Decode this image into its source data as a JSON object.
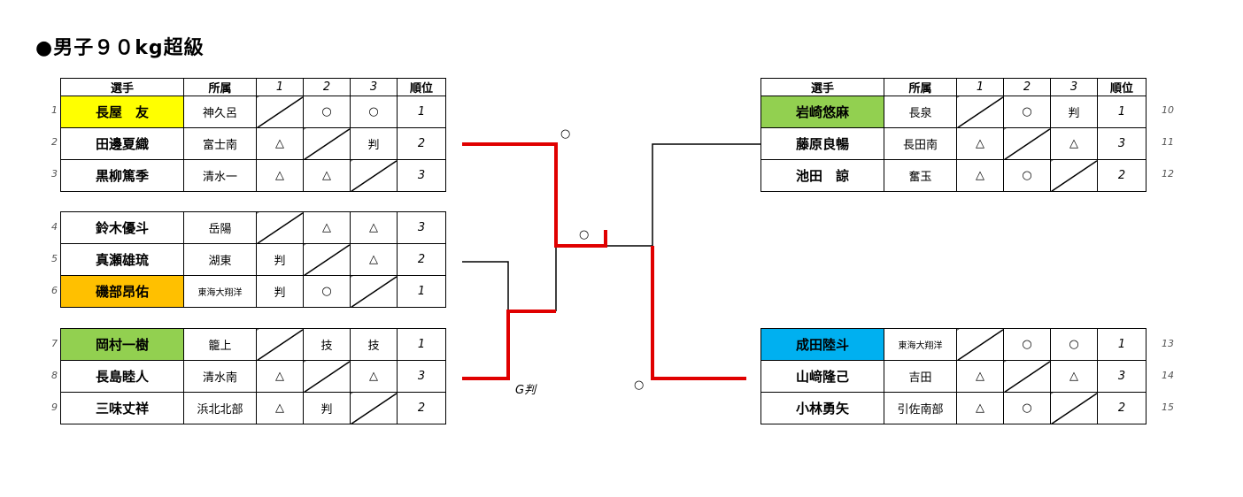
{
  "title": "●男子９０kg超級",
  "headers": {
    "player": "選手",
    "affiliation": "所属",
    "c1": "1",
    "c2": "2",
    "c3": "3",
    "rank": "順位"
  },
  "colors": {
    "yellow": "#ffff00",
    "orange": "#ffc000",
    "green": "#92d050",
    "blue": "#00b0f0",
    "bracket_red": "#e00000"
  },
  "pools": [
    {
      "rows": [
        {
          "no": "1",
          "name": "長屋　友",
          "aff": "神久呂",
          "r": [
            "",
            "○",
            "○"
          ],
          "rank": "1",
          "hl": "yellow"
        },
        {
          "no": "2",
          "name": "田邊夏織",
          "aff": "富士南",
          "r": [
            "△",
            "",
            "判"
          ],
          "rank": "2",
          "hl": ""
        },
        {
          "no": "3",
          "name": "黒柳篤季",
          "aff": "清水一",
          "r": [
            "△",
            "△",
            ""
          ],
          "rank": "3",
          "hl": ""
        }
      ]
    },
    {
      "rows": [
        {
          "no": "4",
          "name": "鈴木優斗",
          "aff": "岳陽",
          "r": [
            "",
            "△",
            "△"
          ],
          "rank": "3",
          "hl": ""
        },
        {
          "no": "5",
          "name": "真瀬雄琉",
          "aff": "湖東",
          "r": [
            "判",
            "",
            "△"
          ],
          "rank": "2",
          "hl": ""
        },
        {
          "no": "6",
          "name": "磯部昂佑",
          "aff": "東海大翔洋",
          "r": [
            "判",
            "○",
            ""
          ],
          "rank": "1",
          "hl": "orange"
        }
      ]
    },
    {
      "rows": [
        {
          "no": "7",
          "name": "岡村一樹",
          "aff": "籠上",
          "r": [
            "",
            "技",
            "技"
          ],
          "rank": "1",
          "hl": "green"
        },
        {
          "no": "8",
          "name": "長島睦人",
          "aff": "清水南",
          "r": [
            "△",
            "",
            "△"
          ],
          "rank": "3",
          "hl": ""
        },
        {
          "no": "9",
          "name": "三味丈祥",
          "aff": "浜北北部",
          "r": [
            "△",
            "判",
            ""
          ],
          "rank": "2",
          "hl": ""
        }
      ]
    },
    {
      "rows": [
        {
          "no": "10",
          "name": "岩崎悠麻",
          "aff": "長泉",
          "r": [
            "",
            "○",
            "判"
          ],
          "rank": "1",
          "hl": "green"
        },
        {
          "no": "11",
          "name": "藤原良暢",
          "aff": "長田南",
          "r": [
            "△",
            "",
            "△"
          ],
          "rank": "3",
          "hl": ""
        },
        {
          "no": "12",
          "name": "池田　諒",
          "aff": "奮玉",
          "r": [
            "△",
            "○",
            ""
          ],
          "rank": "2",
          "hl": ""
        }
      ]
    },
    {
      "rows": [
        {
          "no": "13",
          "name": "成田陸斗",
          "aff": "東海大翔洋",
          "r": [
            "",
            "○",
            "○"
          ],
          "rank": "1",
          "hl": "blue"
        },
        {
          "no": "14",
          "name": "山﨑隆己",
          "aff": "吉田",
          "r": [
            "△",
            "",
            "△"
          ],
          "rank": "3",
          "hl": ""
        },
        {
          "no": "15",
          "name": "小林勇矢",
          "aff": "引佐南部",
          "r": [
            "△",
            "○",
            ""
          ],
          "rank": "2",
          "hl": ""
        }
      ]
    }
  ],
  "bracket": {
    "mark_a": "○",
    "mark_b": "○",
    "mark_c": "○",
    "g_label": "G判"
  }
}
